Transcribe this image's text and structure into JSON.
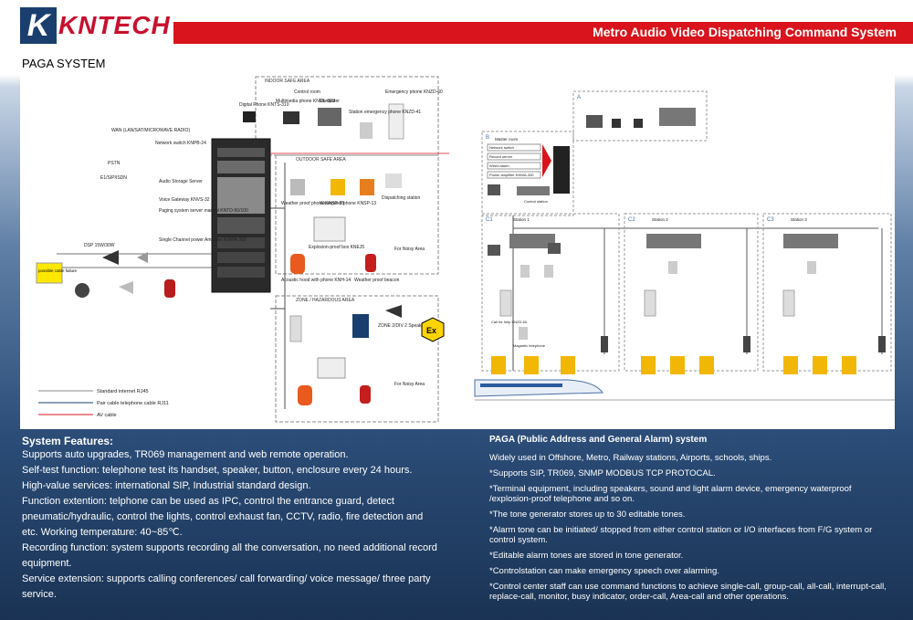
{
  "header": {
    "logo_text": "KNTECH",
    "title": "Metro Audio Video Dispatching Command System"
  },
  "section_label": "PAGA  SYSTEM",
  "diagram_left": {
    "indoor_area": "INDOOR SAFE AREA",
    "outdoor_area": "OUTDOOR SAFE AREA",
    "hazardous_area": "ZONE / HAZARDOUS AREA",
    "control_room": "Control room",
    "digital_phone": "Digital Phone KNTS-310",
    "multimedia_phone": "Multimedia phone KNML-300",
    "computer": "Computer",
    "emergency_phone": "Emergency phone KNZD-60",
    "station_phone": "Station emergency phone KNZD-41",
    "wan": "WAN (LAN/SAT/MICROWAVE RADIO)",
    "network_switch": "Network switch KNPB-24",
    "pstn": "PSTN",
    "e1": "E1/SIP/ISDN",
    "audio_storage": "Audio Storage Server",
    "voice_gateway": "Voice Gateway KNVS-32",
    "paging_server": "Paging system server manual KNTD-50/100",
    "amplifier": "Single Channel power Amplifier KNWA-300",
    "dsp": "DSP 15W/30W",
    "possible": "possible cable failure",
    "weather_phone": "Weather proof phone KNSP-18",
    "waterproof_phone": "Waterproof phone KNSP-13",
    "dispatch_station": "Dispatching station",
    "explosion_box": "Explosion-proof box KNEJ5",
    "acoustic_phone": "Acoustic hood with phone KNH-14",
    "weather_beacon": "Weather proof beacon",
    "for_noisy": "For Noisy Area",
    "zone_speaker": "ZONE 2/DIV 2 Speaker",
    "ex_logo": "Ex",
    "legend_ethernet": "Standard internet RJ45",
    "legend_pair": "Pair cable telephone cable RJ11",
    "legend_av": "AV cable"
  },
  "diagram_right": {
    "label_a": "A",
    "label_b": "B",
    "label_c1": "C1",
    "label_c2": "C2",
    "label_c3": "C3",
    "master_room": "Master room",
    "network_switch": "Network switch",
    "record_server": "Record server",
    "wired_alarm": "Wired alarm",
    "power_amp": "Power amplifier KNWA-300",
    "control_station": "Control station",
    "station1": "Station 1",
    "station2": "Station 2",
    "station3": "Station 3",
    "call_for_help": "Call for help KNZD-60",
    "magnetic_phone": "Magnetic telephone"
  },
  "features": {
    "title": "System Features:",
    "items": [
      "Supports auto upgrades, TR069 management and web remote operation.",
      "Self-test function: telephone test its handset, speaker, button, enclosure every 24 hours.",
      "High-value services: international SIP, Industrial standard design.",
      "Function extention:  telphone can be used as IPC,  control the entrance guard, detect",
      "pneumatic/hydraulic,  control the lights, control exhaust fan, CCTV, radio, fire detection and",
      "etc. Working temperature: 40~85℃.",
      "Recording function: system supports recording all the conversation, no need additional record equipment.",
      "Service extension: supports calling conferences/ call forwarding/ voice message/ three party service."
    ]
  },
  "paga": {
    "title": "PAGA (Public Address and General Alarm) system",
    "items": [
      "Widely used in Offshore, Metro, Railway stations, Airports, schools, ships.",
      "*Supports SIP, TR069, SNMP MODBUS TCP PROTOCAL.",
      "*Terminal equipment, including speakers, sound and light alarm device, emergency waterproof  /explosion-proof telephone and so on.",
      "*The tone generator stores up to 30 editable tones.",
      "*Alarm tone can be initiated/ stopped from either control station or I/O interfaces from F/G system or control system.",
      "*Editable alarm tones are stored in tone generator.",
      "*Controlstation can make emergency speech over alarming.",
      "*Control center staff can use command    functions to achieve single-call, group-call, all-call, interrupt-call, replace-call, monitor, busy indicator, order-call, Area-call and other operations."
    ]
  },
  "colors": {
    "brand_red": "#d9141c",
    "brand_blue": "#1a3f6e"
  }
}
